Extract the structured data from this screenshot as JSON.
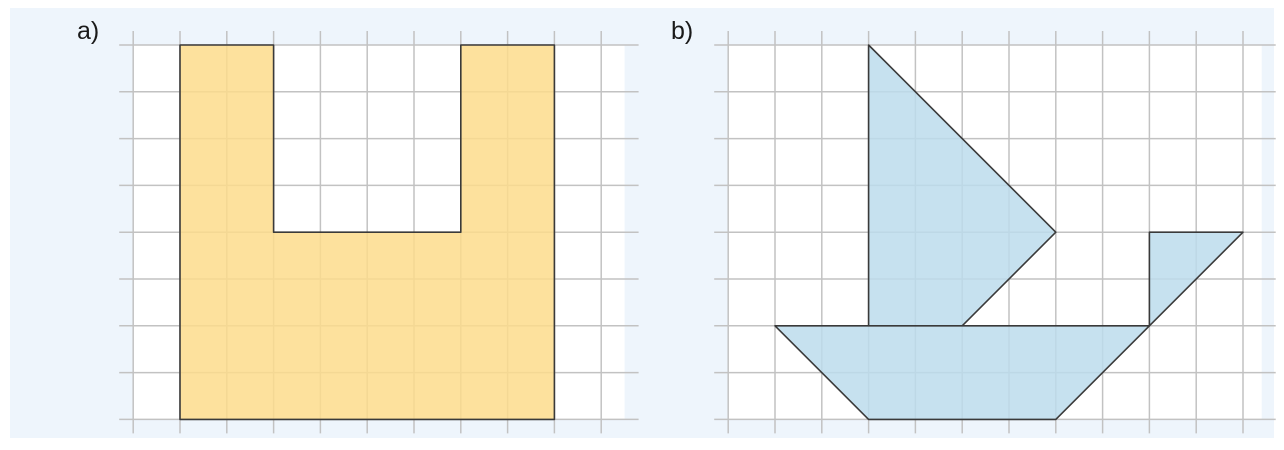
{
  "colors": {
    "panel_background": "#eef5fc",
    "grid_line": "#c2c2c2",
    "outline": "#3a3a3a",
    "shape_a_fill": "#fddc8c",
    "shape_b_fill": "#bcdcec"
  },
  "panels": [
    {
      "label": "a)",
      "grid": {
        "cols": 10,
        "rows": 8
      },
      "shapes": [
        {
          "name": "u-shape",
          "fill_color_key": "shape_a_fill",
          "points": [
            [
              1,
              0
            ],
            [
              3,
              0
            ],
            [
              3,
              4
            ],
            [
              7,
              4
            ],
            [
              7,
              0
            ],
            [
              9,
              0
            ],
            [
              9,
              8
            ],
            [
              1,
              8
            ]
          ]
        }
      ]
    },
    {
      "label": "b)",
      "grid": {
        "cols": 11,
        "rows": 8
      },
      "shapes": [
        {
          "name": "main-sail",
          "fill_color_key": "shape_b_fill",
          "points": [
            [
              3,
              0
            ],
            [
              7,
              4
            ],
            [
              5,
              6
            ],
            [
              3,
              6
            ]
          ]
        },
        {
          "name": "small-sail",
          "fill_color_key": "shape_b_fill",
          "points": [
            [
              9,
              4
            ],
            [
              11,
              4
            ],
            [
              9,
              6
            ]
          ]
        },
        {
          "name": "boat-hull",
          "fill_color_key": "shape_b_fill",
          "points": [
            [
              1,
              6
            ],
            [
              9,
              6
            ],
            [
              7,
              8
            ],
            [
              3,
              8
            ]
          ]
        }
      ]
    }
  ]
}
